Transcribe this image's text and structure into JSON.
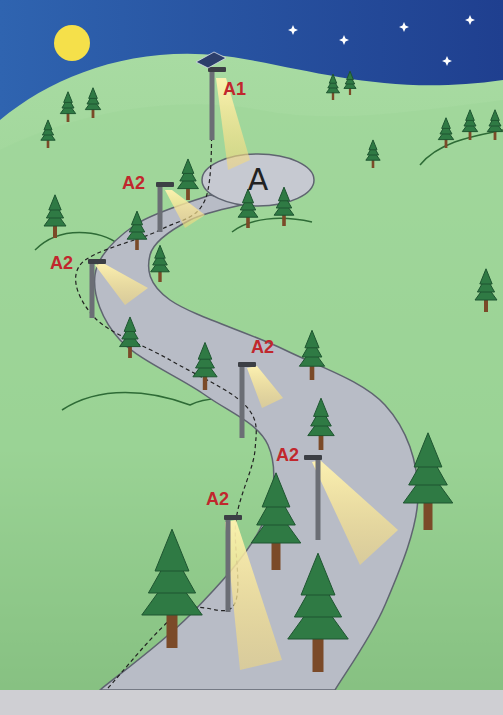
{
  "diagram": {
    "nodes": [
      {
        "text": [
          "A"
        ]
      }
    ],
    "labels": [
      "A1",
      "A2",
      "A2",
      "A2",
      "A2",
      "A2"
    ]
  }
}
